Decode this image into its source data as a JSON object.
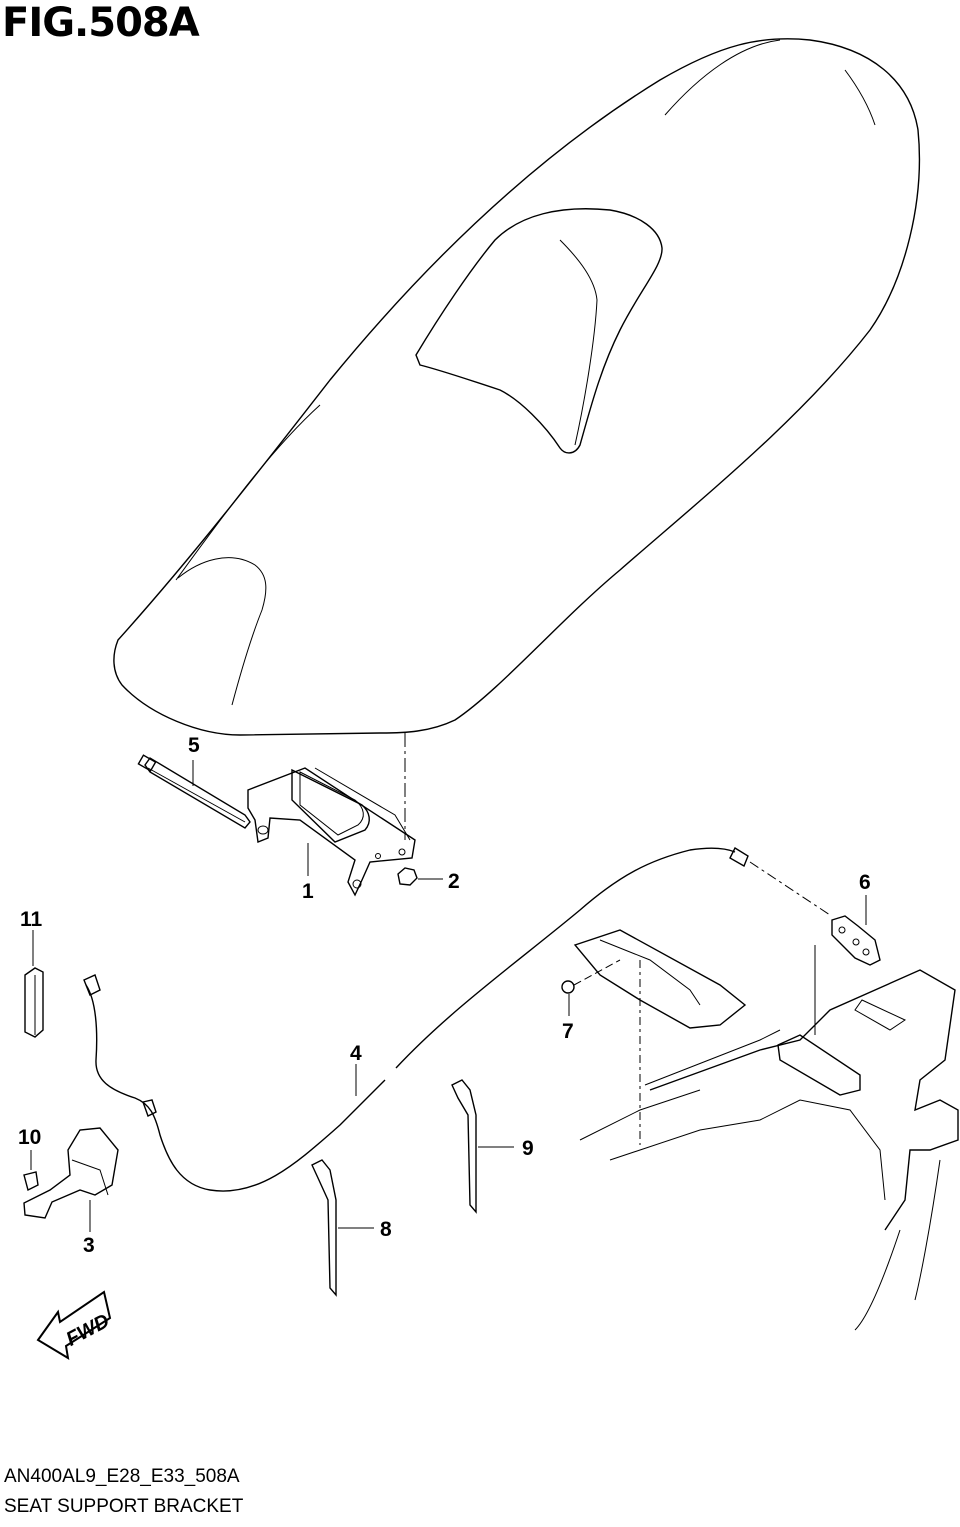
{
  "figure": {
    "title": "FIG.508A",
    "fwd_label": "FWD",
    "drawing_code": "AN400AL9_E28_E33_508A",
    "description": "SEAT SUPPORT BRACKET"
  },
  "callouts": [
    "1",
    "2",
    "3",
    "4",
    "5",
    "6",
    "7",
    "8",
    "9",
    "10",
    "11"
  ]
}
